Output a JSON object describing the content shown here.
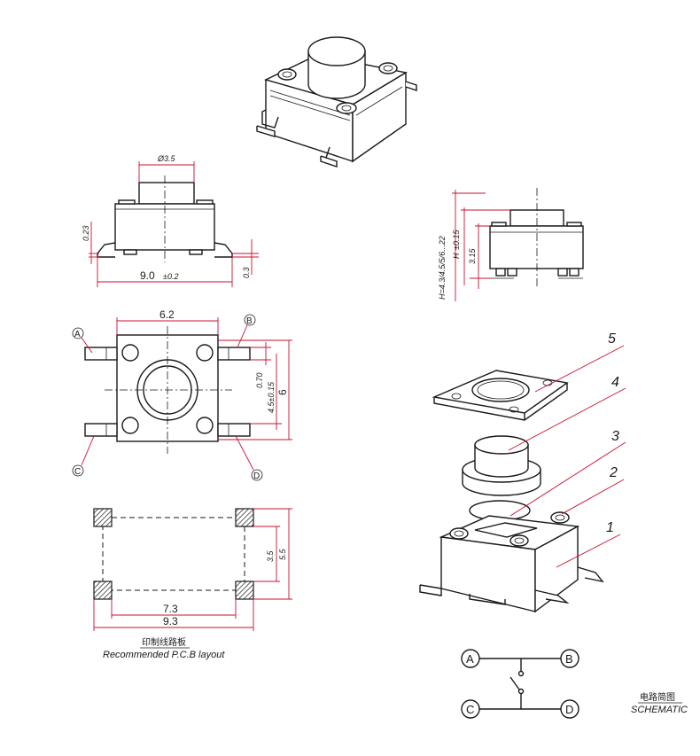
{
  "side_view": {
    "dim_diameter": "Ø3.5",
    "dim_width": "9.0",
    "dim_width_tol": "±0.2",
    "dim_left": "0.23",
    "dim_right": "0.3"
  },
  "height_view": {
    "dim_h_range": "H=4.3/4.5/5/6...22",
    "dim_h": "H",
    "dim_h_tol": "±0.15",
    "dim_315": "3.15"
  },
  "top_view": {
    "dim_top": "6.2",
    "dim_070": "0.70",
    "dim_45": "4.5±0.15",
    "dim_6": "6",
    "pins": [
      "A",
      "B",
      "C",
      "D"
    ]
  },
  "pcb_layout": {
    "dim_35": "3.5",
    "dim_55": "5.5",
    "dim_73": "7.3",
    "dim_93": "9.3",
    "caption_cn": "印制线路板",
    "caption_en": "Recommended P.C.B layout"
  },
  "exploded_view": {
    "callouts": [
      "5",
      "4",
      "3",
      "2",
      "1"
    ]
  },
  "schematic": {
    "pins": [
      "A",
      "B",
      "C",
      "D"
    ],
    "caption_cn": "电路简图",
    "caption_en": "SCHEMATIC"
  }
}
